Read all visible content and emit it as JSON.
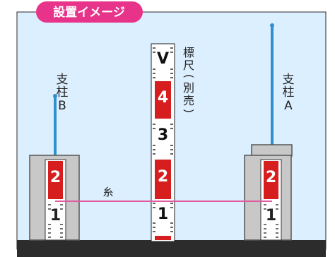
{
  "badge": {
    "label": "設置イメージ"
  },
  "labels": {
    "post_b": "支柱B",
    "post_a": "支柱A",
    "staff": "標尺(別売)",
    "string": "糸"
  },
  "staff_digits": [
    "V",
    "4",
    "3",
    "2",
    "1"
  ],
  "post_digits": [
    "2",
    "1"
  ],
  "colors": {
    "badge": "#e8338a",
    "background": "#dcefff",
    "ground": "#2c2c2c",
    "post": "#2f8fcf",
    "box_fill": "#c8c8c8",
    "scale_red": "#d71e1e",
    "string": "#e05aa0"
  }
}
